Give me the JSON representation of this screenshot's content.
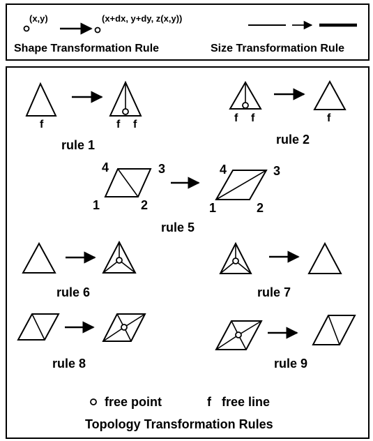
{
  "legend_top": {
    "point_label": "(x,y)",
    "transformed_label": "(x+dx, y+dy, z(x,y))",
    "shape_rule_title": "Shape Transformation Rule",
    "size_rule_title": "Size Transformation Rule"
  },
  "rules": {
    "rule1": "rule 1",
    "rule2": "rule 2",
    "rule5": "rule 5",
    "rule6": "rule 6",
    "rule7": "rule 7",
    "rule8": "rule 8",
    "rule9": "rule 9"
  },
  "marks": {
    "free_line_mark": "f",
    "vertex_1": "1",
    "vertex_2": "2",
    "vertex_3": "3",
    "vertex_4": "4"
  },
  "legend_bottom": {
    "free_point_label": "free point",
    "free_line_symbol": "f",
    "free_line_label": "free line",
    "title": "Topology Transformation Rules"
  },
  "icons": [
    "arrow-right-icon",
    "free-point-icon",
    "triangle-icon",
    "rhombus-icon"
  ]
}
